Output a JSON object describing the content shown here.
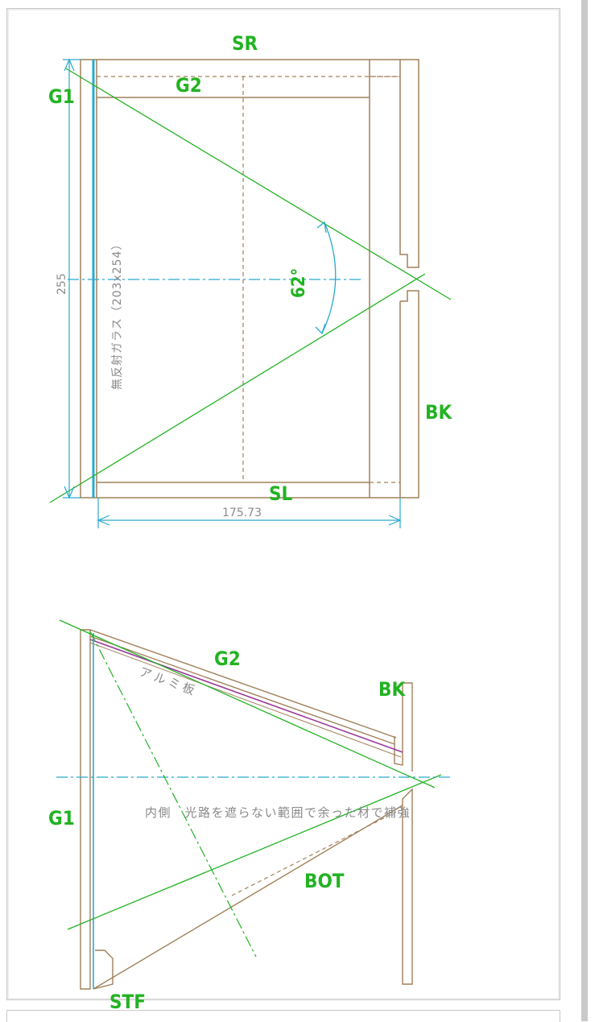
{
  "top_view": {
    "labels": {
      "sr": "SR",
      "g1": "G1",
      "g2": "G2",
      "bk": "BK",
      "sl": "SL"
    },
    "angle": "62°",
    "dim_vertical": "255",
    "dim_horizontal": "175.73",
    "glass_note": "無反射ガラス（203x254）"
  },
  "side_view": {
    "labels": {
      "g2": "G2",
      "bk": "BK",
      "g1": "G1",
      "bot": "BOT",
      "stf": "STF"
    },
    "aluminium_note": "アルミ板",
    "reinforce_note": "内側　光路を遮らない範囲で余った材で補強"
  },
  "colors": {
    "wood": "#a0815a",
    "green": "#22b322",
    "cyan": "#29a9cf",
    "purple": "#9b3a9b",
    "gray": "#8a8a8a"
  }
}
